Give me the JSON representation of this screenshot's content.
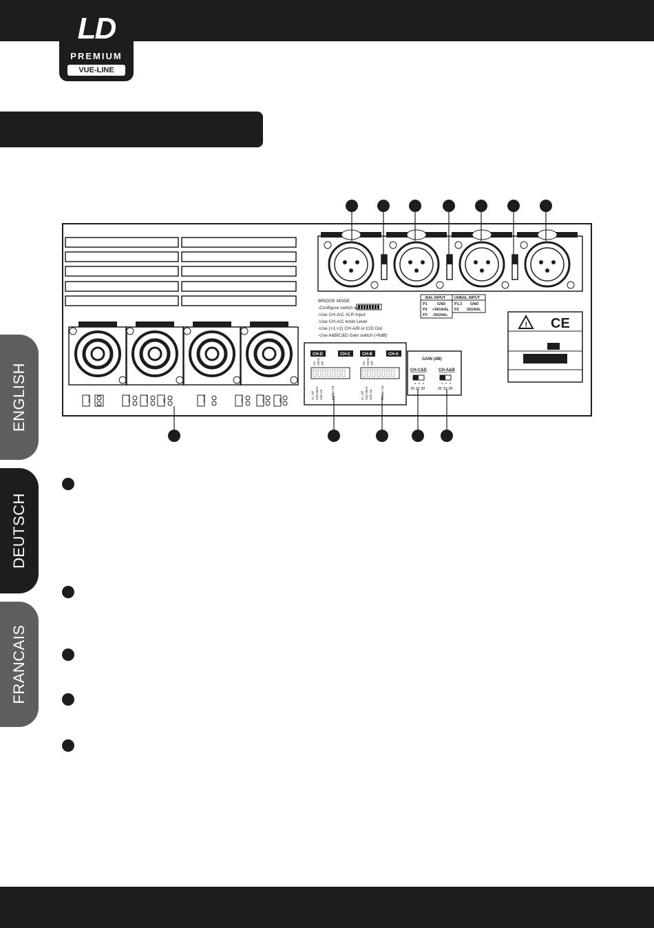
{
  "logo": {
    "brand": "LD",
    "line1": "PREMIUM",
    "line2": "VUE-LINE"
  },
  "side_tabs": [
    {
      "label": "ENGLISH",
      "active": false
    },
    {
      "label": "DEUTSCH",
      "active": true
    },
    {
      "label": "FRANCAIS",
      "active": false
    }
  ],
  "colors": {
    "dark": "#1d1d1d",
    "tab_inactive": "#5e5e5e"
  },
  "bridge_mode": {
    "title": "BRIDGE MODE",
    "lines": [
      "-Configure switch as",
      "-Use CH-A/C XLR Input",
      "-Use CH-A/C knob Level",
      "-Use (+1,+2) CH-A/B or C/D Out",
      "-Use A&B/C&D Gain switch (+6dB)"
    ]
  },
  "bal_input": {
    "title": "BAL INPUT",
    "rows": [
      [
        "P1",
        "GND"
      ],
      [
        "P2",
        "+SIGNAL"
      ],
      [
        "P3",
        "-SIGNAL"
      ]
    ]
  },
  "unbal_input": {
    "title": "UNBAL INPUT",
    "rows": [
      [
        "P1,3",
        "GND"
      ],
      [
        "P2",
        "SIGNAL"
      ]
    ]
  },
  "ce_mark": "CE",
  "dip_channels": [
    "CH-D",
    "CH-C",
    "CH-B",
    "CH-A"
  ],
  "dip_top_labels": [
    "On",
    "SKHz",
    "Off"
  ],
  "dip_bottom_labels": [
    "CL Off",
    "Sub 50Hz",
    "Sub On",
    "Bridge On"
  ],
  "gain": {
    "title": "GAIN (dB)",
    "switches": [
      {
        "label": "CH-C&D",
        "values": "26 32 38"
      },
      {
        "label": "CH-A&B",
        "values": "26 32 38"
      }
    ]
  },
  "speakon_labels": [
    "CH-D",
    "CH-C",
    "CH-C",
    "BRI",
    "CH-B",
    "CH-A",
    "CH-A",
    "BRI"
  ]
}
